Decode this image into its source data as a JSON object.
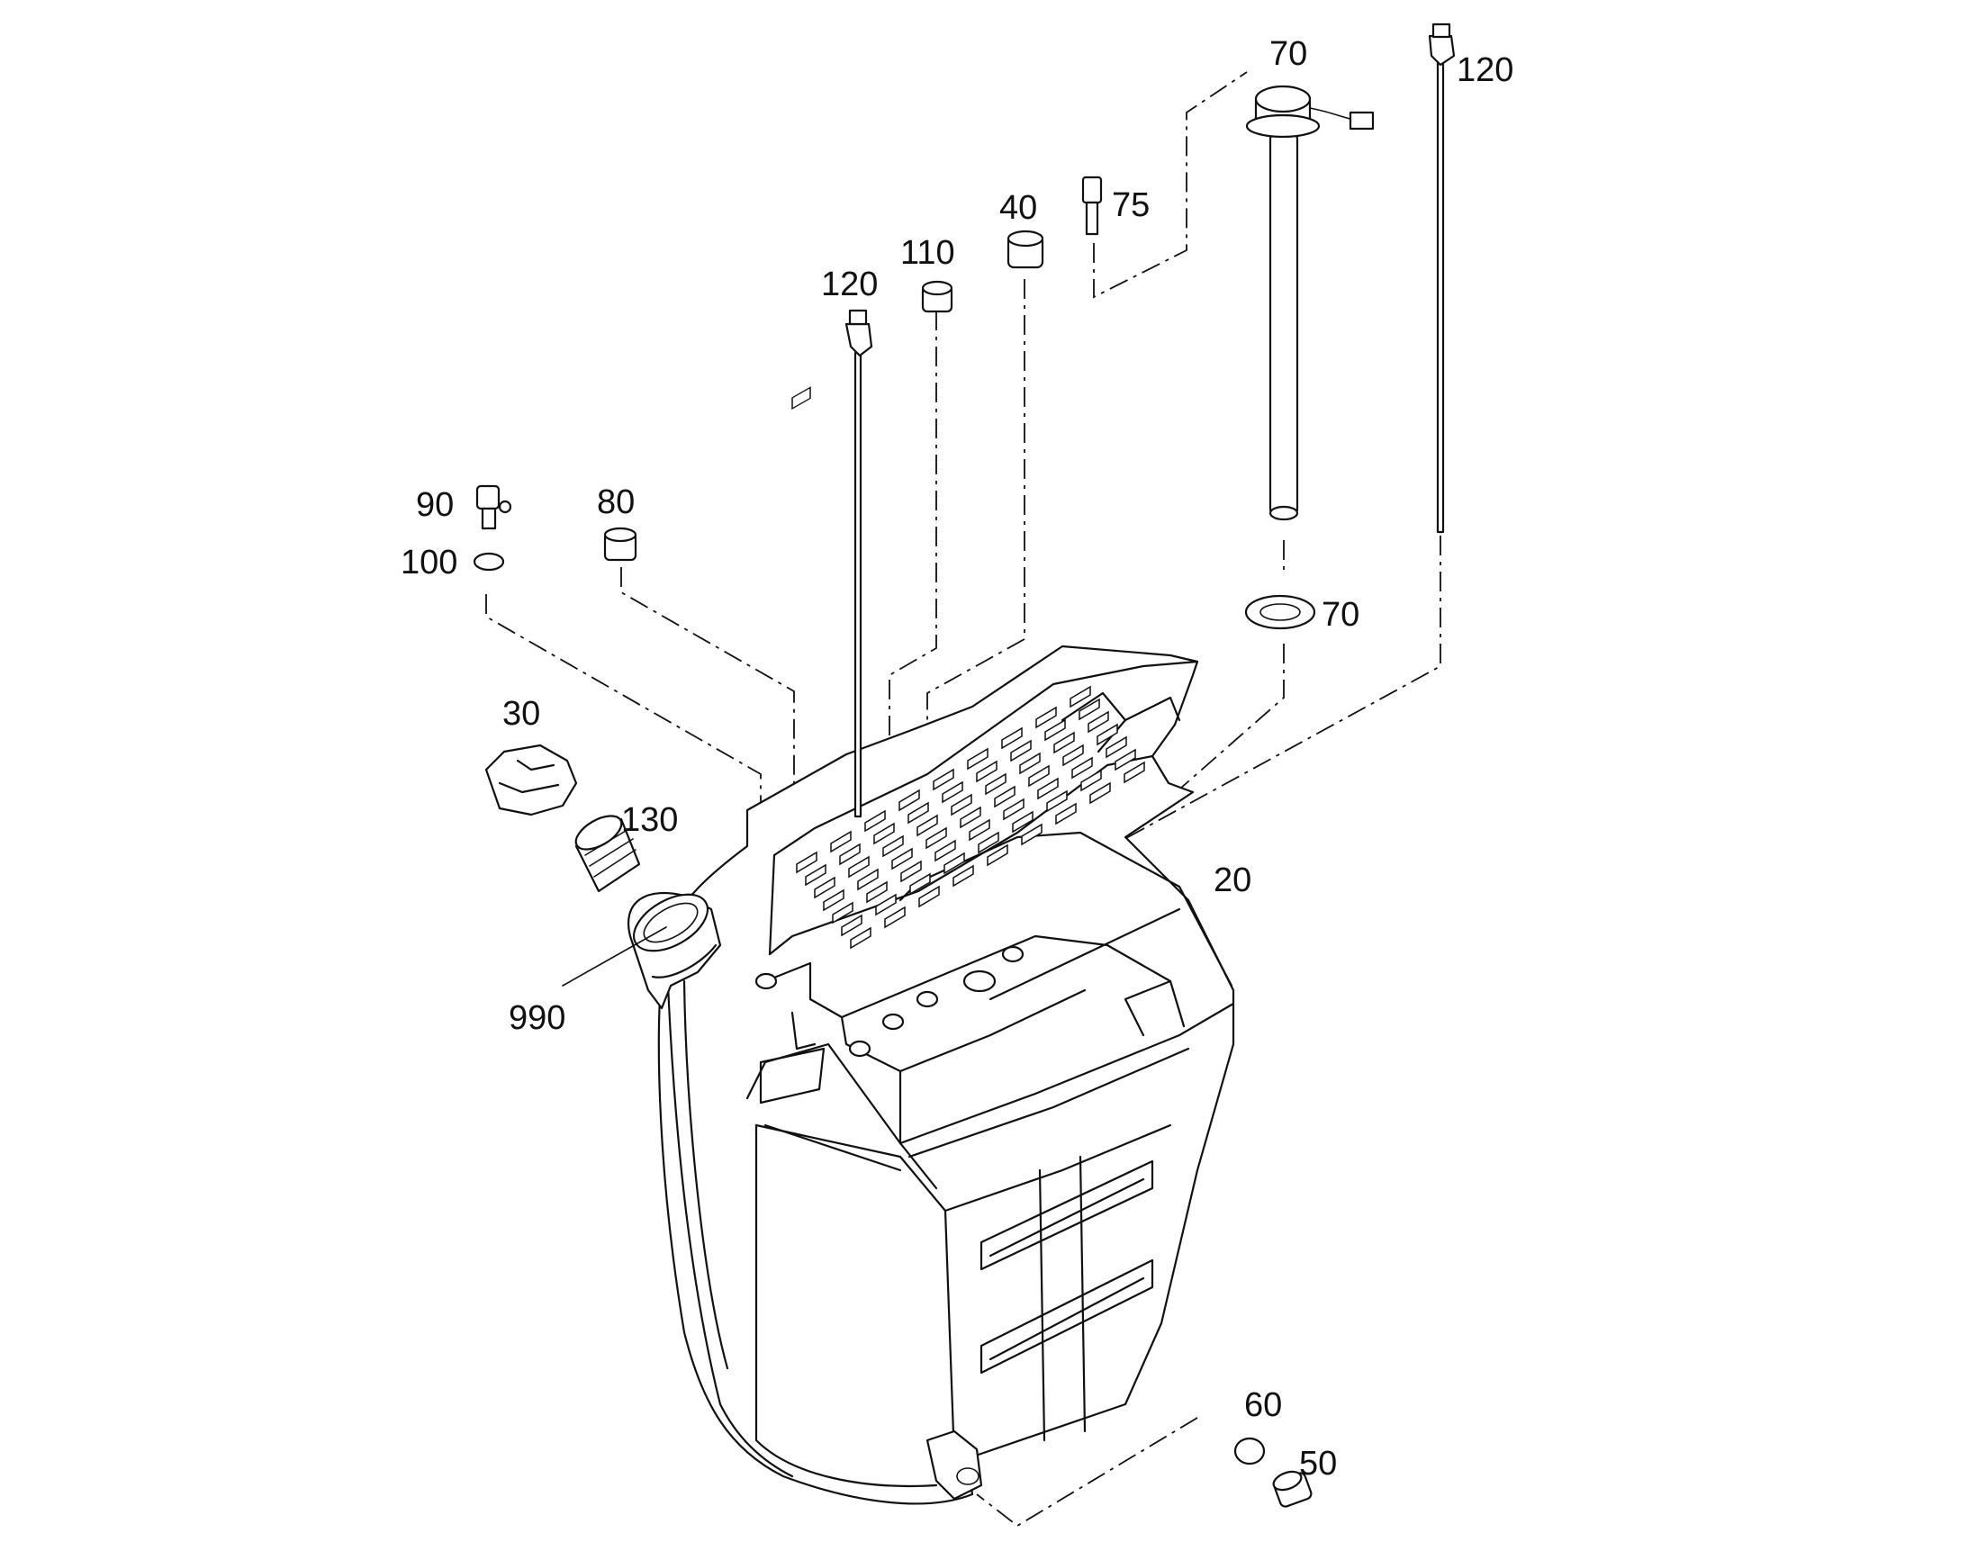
{
  "labels": {
    "l120a": "120",
    "l70a": "70",
    "l75": "75",
    "l40": "40",
    "l110": "110",
    "l120b": "120",
    "l90": "90",
    "l100": "100",
    "l80": "80",
    "l70b": "70",
    "l30": "30",
    "l130": "130",
    "l20": "20",
    "l990": "990",
    "l60": "60",
    "l50": "50"
  }
}
